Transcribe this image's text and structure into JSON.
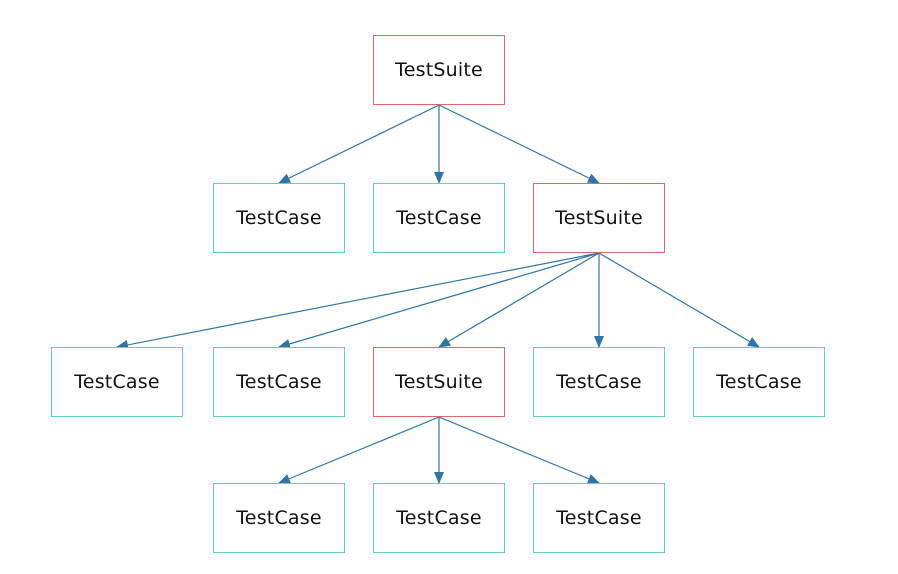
{
  "colors": {
    "suite_border": "#e06868",
    "case_border": "#5fcfbf",
    "edge": "#2e74a6",
    "text": "#111111"
  },
  "nodes": [
    {
      "id": "suite-root",
      "type": "suite",
      "label": "TestSuite"
    },
    {
      "id": "case-l1-1",
      "type": "case",
      "label": "TestCase"
    },
    {
      "id": "case-l1-2",
      "type": "case",
      "label": "TestCase"
    },
    {
      "id": "suite-l1",
      "type": "suite",
      "label": "TestSuite"
    },
    {
      "id": "case-l2-1",
      "type": "case",
      "label": "TestCase"
    },
    {
      "id": "case-l2-2",
      "type": "case",
      "label": "TestCase"
    },
    {
      "id": "suite-l2",
      "type": "suite",
      "label": "TestSuite"
    },
    {
      "id": "case-l2-4",
      "type": "case",
      "label": "TestCase"
    },
    {
      "id": "case-l2-5",
      "type": "case",
      "label": "TestCase"
    },
    {
      "id": "case-l3-1",
      "type": "case",
      "label": "TestCase"
    },
    {
      "id": "case-l3-2",
      "type": "case",
      "label": "TestCase"
    },
    {
      "id": "case-l3-3",
      "type": "case",
      "label": "TestCase"
    }
  ],
  "edges": [
    {
      "from": "suite-root",
      "to": "case-l1-1"
    },
    {
      "from": "suite-root",
      "to": "case-l1-2"
    },
    {
      "from": "suite-root",
      "to": "suite-l1"
    },
    {
      "from": "suite-l1",
      "to": "case-l2-1"
    },
    {
      "from": "suite-l1",
      "to": "case-l2-2"
    },
    {
      "from": "suite-l1",
      "to": "suite-l2"
    },
    {
      "from": "suite-l1",
      "to": "case-l2-4"
    },
    {
      "from": "suite-l1",
      "to": "case-l2-5"
    },
    {
      "from": "suite-l2",
      "to": "case-l3-1"
    },
    {
      "from": "suite-l2",
      "to": "case-l3-2"
    },
    {
      "from": "suite-l2",
      "to": "case-l3-3"
    }
  ]
}
